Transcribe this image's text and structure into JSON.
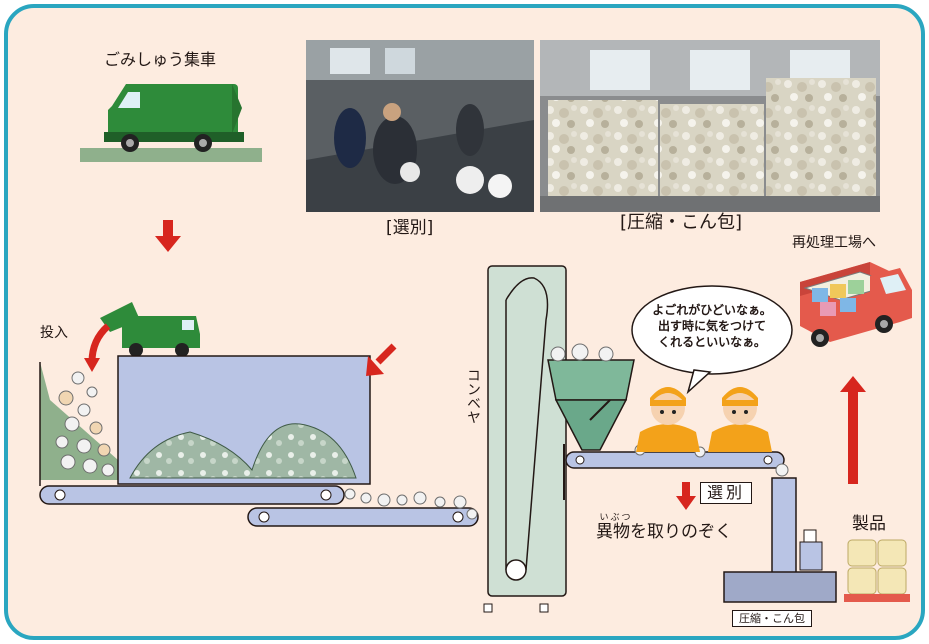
{
  "labels": {
    "truck": "ごみしゅう集車",
    "photo_sorting": "[選別]",
    "photo_compress": "[圧縮・こん包]",
    "to_factory": "再処理工場へ",
    "dump": "投入",
    "conveyor": "コンベヤ",
    "sorting_box": "選別",
    "remove": "異物を取りのぞく",
    "remove_ruby": "いぶつ",
    "product": "製品",
    "compress_box": "圧縮・こん包"
  },
  "bubble": {
    "line1": "よごれがひどいなぁ。",
    "line2": "出す時に気をつけて",
    "line3": "くれるといいなぁ。"
  },
  "colors": {
    "frame": "#2aa6c0",
    "background": "#fdece0",
    "truck_green": "#2e8b3a",
    "arrow_red": "#d7261e",
    "pit_blue": "#b9c4e4",
    "worker_orange": "#f3a21a",
    "factory_truck": "#e45a4c"
  }
}
